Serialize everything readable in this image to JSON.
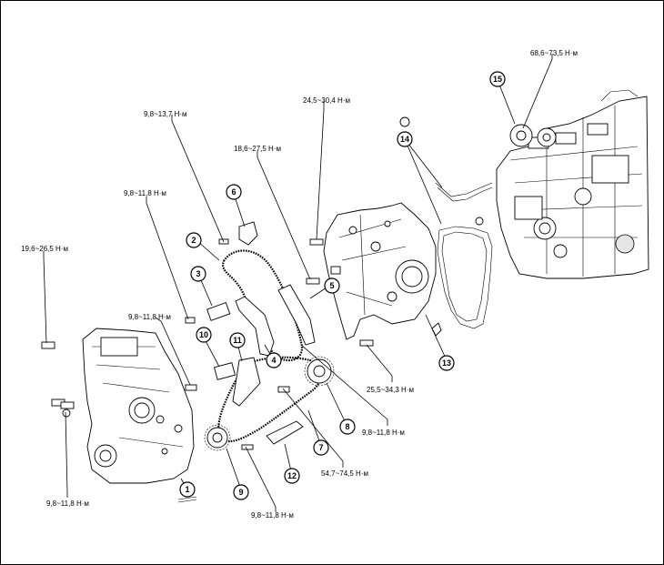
{
  "torques": {
    "t1": "9,8~13,7 Н·м",
    "t2": "24,5~30,4 Н·м",
    "t3": "68,6~73,5 Н·м",
    "t4": "18,6~27,5 Н·м",
    "t5": "9,8~11,8 Н·м",
    "t6": "19,6~26,5 Н·м",
    "t7": "9,8~11,8 Н·м",
    "t8": "25,5~34,3 Н·м",
    "t9": "9,8~11,8 Н·м",
    "t10": "54,7~74,5 Н·м",
    "t11": "9,8~11,8 Н·м",
    "t12": "9,8~11,8 Н·м"
  },
  "callouts": {
    "c1": "1",
    "c2": "2",
    "c3": "3",
    "c4": "4",
    "c5": "5",
    "c6": "6",
    "c7": "7",
    "c8": "8",
    "c9": "9",
    "c10": "10",
    "c11": "11",
    "c12": "12",
    "c13": "13",
    "c14": "14",
    "c15": "15"
  }
}
